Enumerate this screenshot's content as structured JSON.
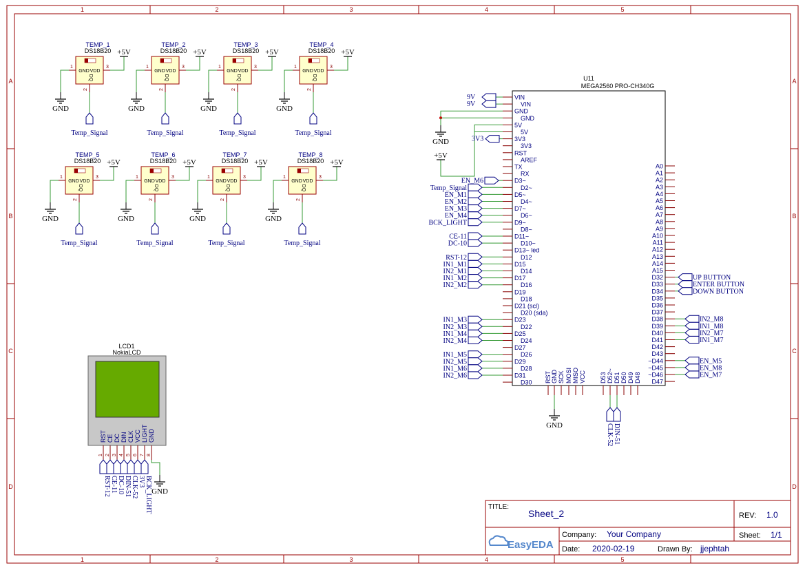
{
  "frame": {
    "columns": [
      "1",
      "2",
      "3",
      "4",
      "5"
    ],
    "rows": [
      "A",
      "B",
      "C",
      "D"
    ]
  },
  "sensors": [
    {
      "ref": "TEMP_1",
      "part": "DS18B20",
      "power": "+5V",
      "ground": "GND",
      "signal": "Temp_Signal"
    },
    {
      "ref": "TEMP_2",
      "part": "DS18B20",
      "power": "+5V",
      "ground": "GND",
      "signal": "Temp_Signal"
    },
    {
      "ref": "TEMP_3",
      "part": "DS18B20",
      "power": "+5V",
      "ground": "GND",
      "signal": "Temp_Signal"
    },
    {
      "ref": "TEMP_4",
      "part": "DS18B20",
      "power": "+5V",
      "ground": "GND",
      "signal": "Temp_Signal"
    },
    {
      "ref": "TEMP_5",
      "part": "DS18B20",
      "power": "+5V",
      "ground": "GND",
      "signal": "Temp_Signal"
    },
    {
      "ref": "TEMP_6",
      "part": "DS18B20",
      "power": "+5V",
      "ground": "GND",
      "signal": "Temp_Signal"
    },
    {
      "ref": "TEMP_7",
      "part": "DS18B20",
      "power": "+5V",
      "ground": "GND",
      "signal": "Temp_Signal"
    },
    {
      "ref": "TEMP_8",
      "part": "DS18B20",
      "power": "+5V",
      "ground": "GND",
      "signal": "Temp_Signal"
    }
  ],
  "sensor_pins": {
    "gnd": "GND",
    "vdd": "VDD",
    "dq": "DQ",
    "p1": "1",
    "p2": "2",
    "p3": "3"
  },
  "lcd": {
    "ref": "LCD1",
    "part": "NokiaLCD",
    "pins": [
      "RST",
      "CE",
      "DC",
      "DIN",
      "CLK",
      "VCC",
      "LIGHT",
      "GND"
    ],
    "pin_numbers": [
      "1",
      "2",
      "3",
      "4",
      "5",
      "6",
      "7",
      "8"
    ],
    "nets": [
      "RST-12",
      "CE-11",
      "DC-10",
      "DIN-51",
      "CLK-52",
      "3V3",
      "BCK_LIGHT"
    ],
    "ground": "GND"
  },
  "mcu": {
    "ref": "U11",
    "part": "MEGA2560 PRO-CH340G",
    "left_pins": [
      "VIN",
      "VIN",
      "GND",
      "GND",
      "5V",
      "5V",
      "3V3",
      "3V3",
      "RST",
      "AREF",
      "TX",
      "RX",
      "D3~",
      "D2~",
      "D5~",
      "D4~",
      "D7~",
      "D6~",
      "D9~",
      "D8~",
      "D11~",
      "D10~",
      "D13~ led",
      "D12",
      "D15",
      "D14",
      "D17",
      "D16",
      "D19",
      "D18",
      "D21 (scl)",
      "D20 (sda)",
      "D23",
      "D22",
      "D25",
      "D24",
      "D27",
      "D26",
      "D29",
      "D28",
      "D31",
      "D30"
    ],
    "right_pins": [
      "A0",
      "A1",
      "A2",
      "A3",
      "A4",
      "A5",
      "A6",
      "A7",
      "A8",
      "A9",
      "A10",
      "A11",
      "A12",
      "A13",
      "A14",
      "A15",
      "D32",
      "D33",
      "D34",
      "D35",
      "D36",
      "D37",
      "D38",
      "D39",
      "D40",
      "D41",
      "D42",
      "D43",
      "~D44",
      "~D45",
      "~D46",
      "D47"
    ],
    "bottom_pins": [
      "RST",
      "GND",
      "SCK",
      "MOSI",
      "MISO",
      "VCC",
      "D53",
      "D52~",
      "D51",
      "D50",
      "D49",
      "D48"
    ],
    "power": {
      "vin": "9V",
      "vin2": "9V",
      "gnd": "GND",
      "v5": "+5V",
      "v33": "3V3"
    },
    "left_nets": {
      "D3~": "EN_M6",
      "D2~": "Temp_Signal",
      "D5~": "EN_M1",
      "D4~": "EN_M2",
      "D7~": "EN_M3",
      "D6~": "EN_M4",
      "D9~": "BCK_LIGHT",
      "D11~": "CE-11",
      "D10~": "DC-10",
      "D12": "RST-12",
      "D15": "IN1_M1",
      "D14": "IN2_M1",
      "D17": "IN1_M2",
      "D16": "IN2_M2",
      "D23": "IN1_M3",
      "D22": "IN2_M3",
      "D25": "IN1_M4",
      "D24": "IN2_M4",
      "D26": "IN1_M5",
      "D29": "IN2_M5",
      "D28": "IN1_M6",
      "D31": "IN2_M6"
    },
    "right_nets": {
      "D32": "UP BUTTON",
      "D33": "ENTER BUTTON",
      "D34": "DOWN BUTTON",
      "D38": "IN2_M8",
      "D39": "IN1_M8",
      "D40": "IN2_M7",
      "D41": "IN1_M7",
      "~D44": "EN_M5",
      "~D45": "EN_M8",
      "~D46": "EN_M7"
    },
    "bottom_nets": {
      "gnd": "GND",
      "D52~": "CLK-52",
      "D51": "DIN-51"
    }
  },
  "title_block": {
    "title_label": "TITLE:",
    "title": "Sheet_2",
    "rev_label": "REV:",
    "rev": "1.0",
    "company_label": "Company:",
    "company": "Your Company",
    "sheet_label": "Sheet:",
    "sheet": "1/1",
    "date_label": "Date:",
    "date": "2020-02-19",
    "drawn_label": "Drawn By:",
    "drawn_by": "jjephtah",
    "logo": "EasyEDA"
  },
  "colors": {
    "frame": "#990000",
    "wire": "#339933",
    "text": "#000080",
    "part_fill": "#ffffcc",
    "pin": "#880000",
    "lcd_screen": "#66aa00",
    "lcd_body": "#c8c8c8",
    "logo": "#5588cc"
  }
}
